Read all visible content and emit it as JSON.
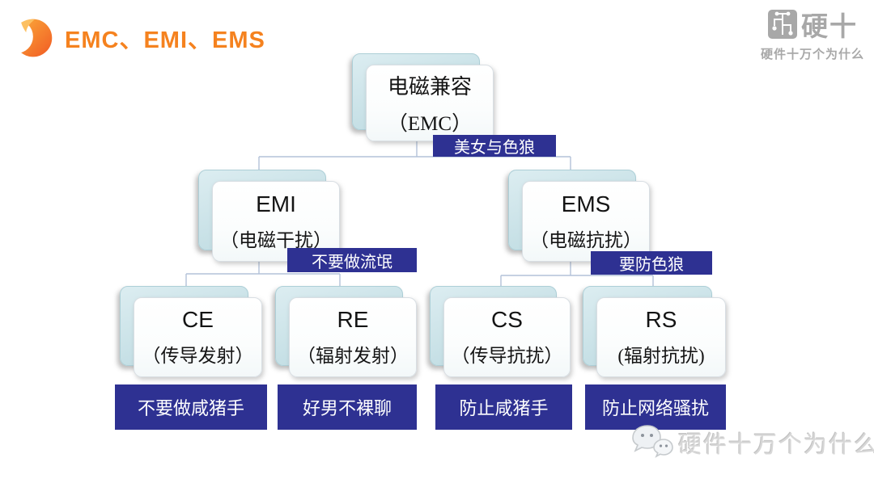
{
  "header": {
    "title": "EMC、EMI、EMS"
  },
  "brand": {
    "name": "硬十",
    "tagline": "硬件十万个为什么"
  },
  "tree": {
    "root": {
      "line1": "电磁兼容",
      "line2": "（EMC）"
    },
    "root_edge_label": "美女与色狼",
    "children": [
      {
        "line1": "EMI",
        "line2": "（电磁干扰）",
        "edge_label": "不要做流氓"
      },
      {
        "line1": "EMS",
        "line2": "（电磁抗扰）",
        "edge_label": "要防色狼"
      }
    ],
    "leaves": [
      {
        "line1": "CE",
        "line2": "（传导发射）",
        "note": "不要做咸猪手"
      },
      {
        "line1": "RE",
        "line2": "（辐射发射）",
        "note": "好男不裸聊"
      },
      {
        "line1": "CS",
        "line2": "（传导抗扰）",
        "note": "防止咸猪手"
      },
      {
        "line1": "RS",
        "line2": "(辐射抗扰)",
        "note": "防止网络骚扰"
      }
    ]
  },
  "watermark": {
    "text": "硬件十万个为什么"
  },
  "icons": {
    "header_logo": "crescent-icon",
    "brand_logo": "circuit-board-icon",
    "watermark_logo": "wechat-icon"
  },
  "colors": {
    "title_orange": "#f5821f",
    "badge_navy": "#2e3192",
    "card_teal": "#c9e2e8",
    "connector_blue": "#b3c2d9",
    "brand_gray": "#a8a8a8"
  }
}
